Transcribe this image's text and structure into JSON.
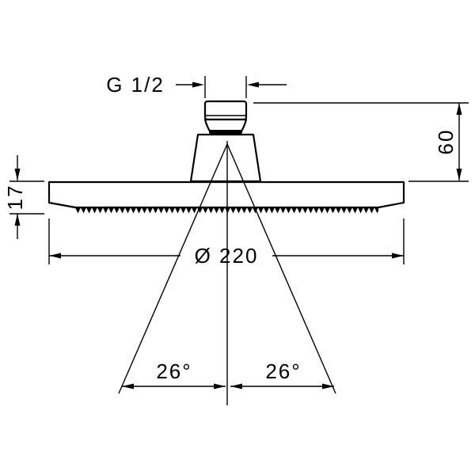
{
  "colors": {
    "line": "#000000",
    "background": "#ffffff"
  },
  "dimensions": {
    "thread": "G 1/2",
    "height": "60",
    "thickness": "17",
    "diameter": "Ø 220",
    "spray_angle_left": "26°",
    "spray_angle_right": "26°"
  }
}
